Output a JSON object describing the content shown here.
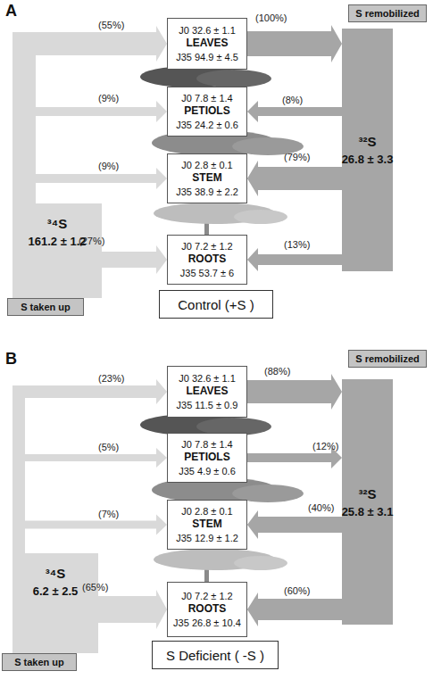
{
  "diagram": {
    "nodes": [
      {
        "text": [
          "S remobilized"
        ]
      },
      {
        "text": [
          "J0 32.6 ± 1.1",
          "LEAVES",
          "J35 94.9 ± 4.5"
        ]
      },
      {
        "text": [
          "J0 7.8 ± 1.4",
          "PETIOLS",
          "J35 24.2 ± 0.6"
        ]
      },
      {
        "text": [
          "³²S",
          "26.8 ± 3.3"
        ]
      },
      {
        "text": [
          "J0 2.8 ± 0.1",
          "STEM",
          "J35 38.9 ± 2.2"
        ]
      },
      {
        "text": [
          "³⁴S",
          "161.2 ± 1.2"
        ]
      },
      {
        "text": [
          "J0 7.2 ± 1.2",
          "ROOTS",
          "J35 53.7 ± 6"
        ]
      },
      {
        "text": [
          "S taken up"
        ]
      },
      {
        "text": [
          "Control (+S )"
        ]
      },
      {
        "text": [
          "S remobilized"
        ]
      },
      {
        "text": [
          "J0 32.6 ± 1.1",
          "LEAVES",
          "J35 11.5 ± 0.9"
        ]
      },
      {
        "text": [
          "J0 7.8 ± 1.4",
          "PETIOLS",
          "J35 4.9 ± 0.6"
        ]
      },
      {
        "text": [
          "³²S",
          "25.8 ± 3.1"
        ]
      },
      {
        "text": [
          "J0 2.8 ± 0.1",
          "STEM",
          "J35 12.9 ± 1.2"
        ]
      },
      {
        "text": [
          "³⁴S",
          "6.2 ± 2.5"
        ]
      },
      {
        "text": [
          "J0 7.2 ± 1.2",
          "ROOTS",
          "J35 26.8 ± 10.4"
        ]
      },
      {
        "text": [
          "S taken up"
        ]
      },
      {
        "text": [
          "S Deficient ( -S )"
        ]
      }
    ],
    "edges": [
      {
        "from": 5,
        "to": 1,
        "arrow": "to",
        "label": "(55%)"
      },
      {
        "from": 5,
        "to": 2,
        "arrow": "to",
        "label": "(9%)"
      },
      {
        "from": 5,
        "to": 4,
        "arrow": "to",
        "label": "(9%)"
      },
      {
        "from": 5,
        "to": 6,
        "arrow": "to",
        "label": "(27%)"
      },
      {
        "from": 1,
        "to": 3,
        "arrow": "to",
        "label": "(100%)"
      },
      {
        "from": 3,
        "to": 2,
        "arrow": "to",
        "label": "(8%)"
      },
      {
        "from": 3,
        "to": 4,
        "arrow": "to",
        "label": "(79%)"
      },
      {
        "from": 3,
        "to": 6,
        "arrow": "to",
        "label": "(13%)"
      },
      {
        "from": 14,
        "to": 10,
        "arrow": "to",
        "label": "(23%)"
      },
      {
        "from": 14,
        "to": 11,
        "arrow": "to",
        "label": "(5%)"
      },
      {
        "from": 14,
        "to": 13,
        "arrow": "to",
        "label": "(7%)"
      },
      {
        "from": 14,
        "to": 15,
        "arrow": "to",
        "label": "(65%)"
      },
      {
        "from": 10,
        "to": 12,
        "arrow": "to",
        "label": "(88%)"
      },
      {
        "from": 11,
        "to": 12,
        "arrow": "to",
        "label": "(12%)"
      },
      {
        "from": 12,
        "to": 13,
        "arrow": "to",
        "label": "(40%)"
      },
      {
        "from": 12,
        "to": 15,
        "arrow": "to",
        "label": "(60%)"
      }
    ],
    "labels": [
      "A",
      "B"
    ]
  }
}
